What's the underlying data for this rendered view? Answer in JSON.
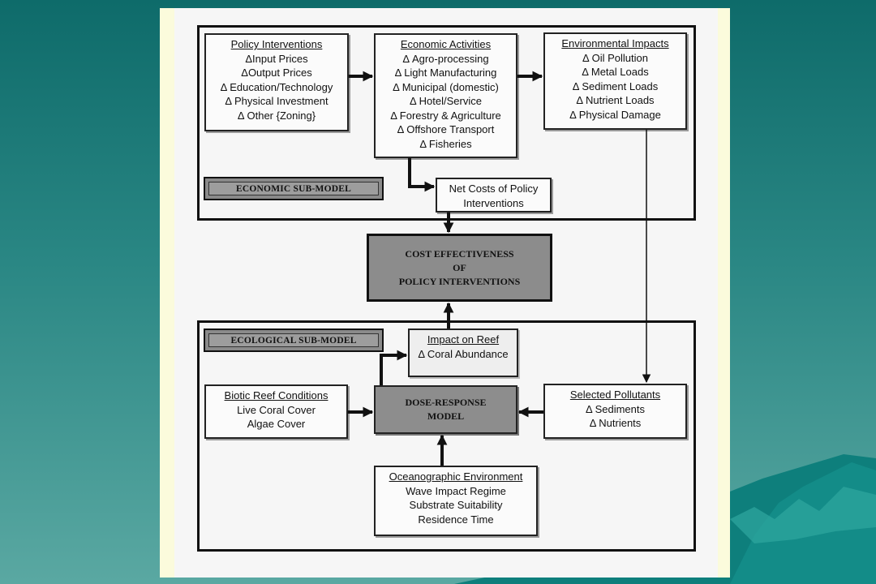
{
  "economic_submodel": {
    "label": "ECONOMIC SUB-MODEL",
    "policy": {
      "title": "Policy Interventions",
      "items": [
        "ΔInput Prices",
        "ΔOutput Prices",
        "Δ Education/Technology",
        "Δ Physical Investment",
        "Δ Other {Zoning}"
      ]
    },
    "economic": {
      "title": "Economic Activities",
      "items": [
        "Δ Agro-processing",
        "Δ Light Manufacturing",
        "Δ Municipal (domestic)",
        "Δ Hotel/Service",
        "Δ Forestry & Agriculture",
        "Δ Offshore Transport",
        "Δ Fisheries"
      ]
    },
    "environmental": {
      "title": "Environmental Impacts",
      "items": [
        "Δ Oil Pollution",
        "Δ Metal Loads",
        "Δ Sediment Loads",
        "Δ Nutrient Loads",
        "Δ Physical Damage"
      ]
    },
    "net_costs": {
      "lines": [
        "Net Costs of Policy",
        "Interventions"
      ]
    }
  },
  "cost_effectiveness": {
    "lines": [
      "COST EFFECTIVENESS",
      "OF",
      "POLICY INTERVENTIONS"
    ]
  },
  "ecological_submodel": {
    "label": "ECOLOGICAL SUB-MODEL",
    "impact_reef": {
      "title": "Impact on Reef",
      "items": [
        "Δ Coral Abundance"
      ]
    },
    "biotic": {
      "title": "Biotic Reef Conditions",
      "items": [
        "Live Coral Cover",
        "Algae Cover"
      ]
    },
    "dose_response": {
      "lines": [
        "DOSE-RESPONSE",
        "MODEL"
      ]
    },
    "pollutants": {
      "title": "Selected Pollutants",
      "items": [
        "Δ Sediments",
        "Δ Nutrients"
      ]
    },
    "oceanographic": {
      "title": "Oceanographic Environment",
      "items": [
        "Wave Impact Regime",
        "Substrate Suitability",
        "Residence Time"
      ]
    }
  },
  "colors": {
    "background_top": "#0e6b6a",
    "background_bottom": "#5aa8a2",
    "slide": "#fbfbdc",
    "box_fill": "#fbfbfb",
    "label_gray": "#8c8c8c"
  }
}
